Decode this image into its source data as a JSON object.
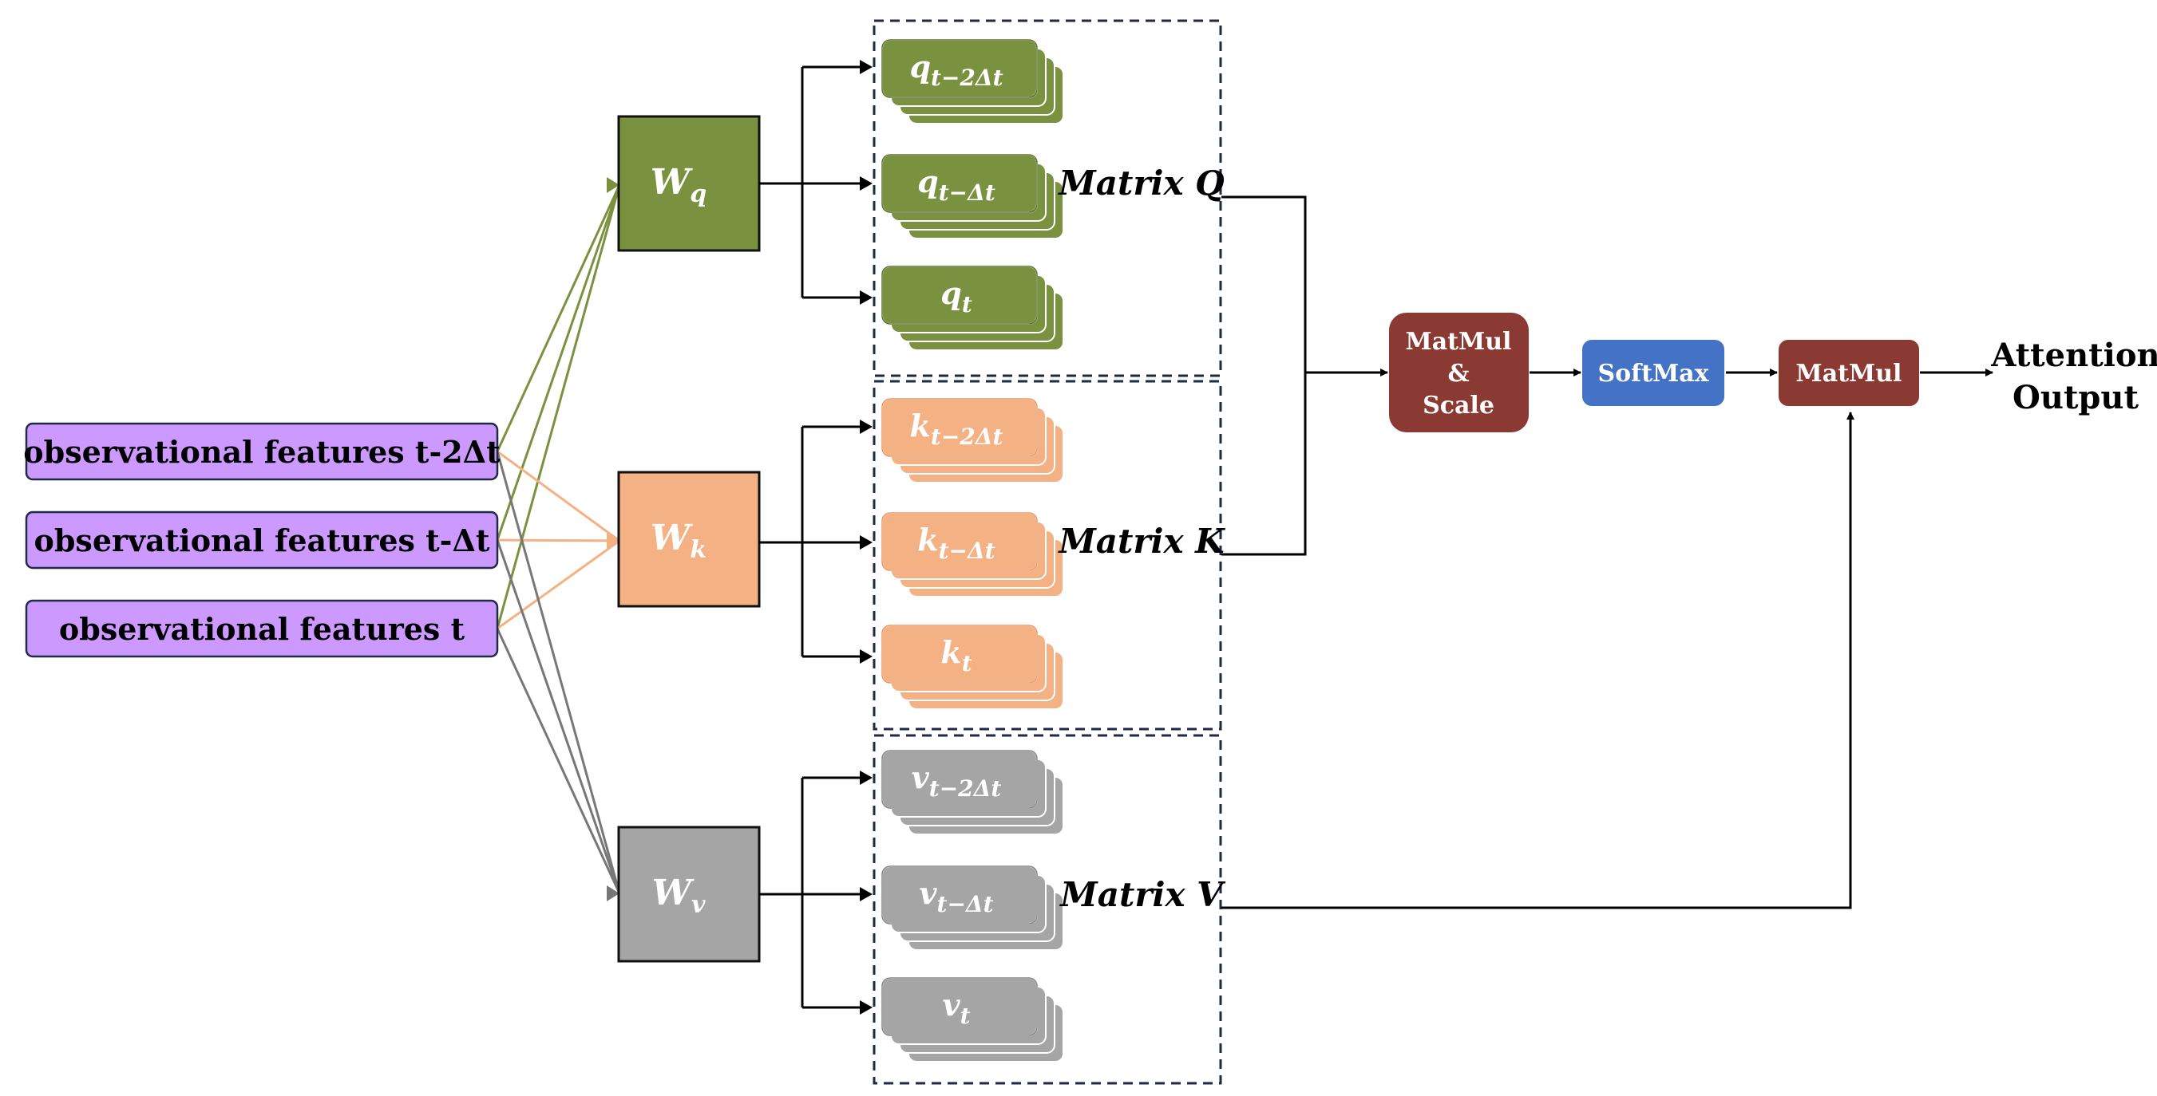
{
  "colors": {
    "feature_fill": "#cc99ff",
    "q": "#7a923f",
    "q_stroke": "#5d7230",
    "k": "#f4b183",
    "k_stroke": "#e59a69",
    "v": "#a5a5a5",
    "v_stroke": "#868686",
    "matmul": "#8b3a33",
    "softmax": "#4472c4"
  },
  "features": [
    {
      "label": "observational features t-2Δt"
    },
    {
      "label": "observational features t-Δt"
    },
    {
      "label": "observational features t"
    }
  ],
  "weights": [
    {
      "base": "W",
      "sub": "q",
      "color_key": "q"
    },
    {
      "base": "W",
      "sub": "k",
      "color_key": "k"
    },
    {
      "base": "W",
      "sub": "v",
      "color_key": "v"
    }
  ],
  "matrices": [
    {
      "label": "Matrix Q",
      "base": "q",
      "items": [
        "t−2Δt",
        "t−Δt",
        "t"
      ]
    },
    {
      "label": "Matrix K",
      "base": "k",
      "items": [
        "t−2Δt",
        "t−Δt",
        "t"
      ]
    },
    {
      "label": "Matrix V",
      "base": "v",
      "items": [
        "t−2Δt",
        "t−Δt",
        "t"
      ]
    }
  ],
  "ops": {
    "matmul_scale": [
      "MatMul",
      "&",
      "Scale"
    ],
    "softmax": "SoftMax",
    "matmul": "MatMul"
  },
  "output": [
    "Attention",
    "Output"
  ]
}
